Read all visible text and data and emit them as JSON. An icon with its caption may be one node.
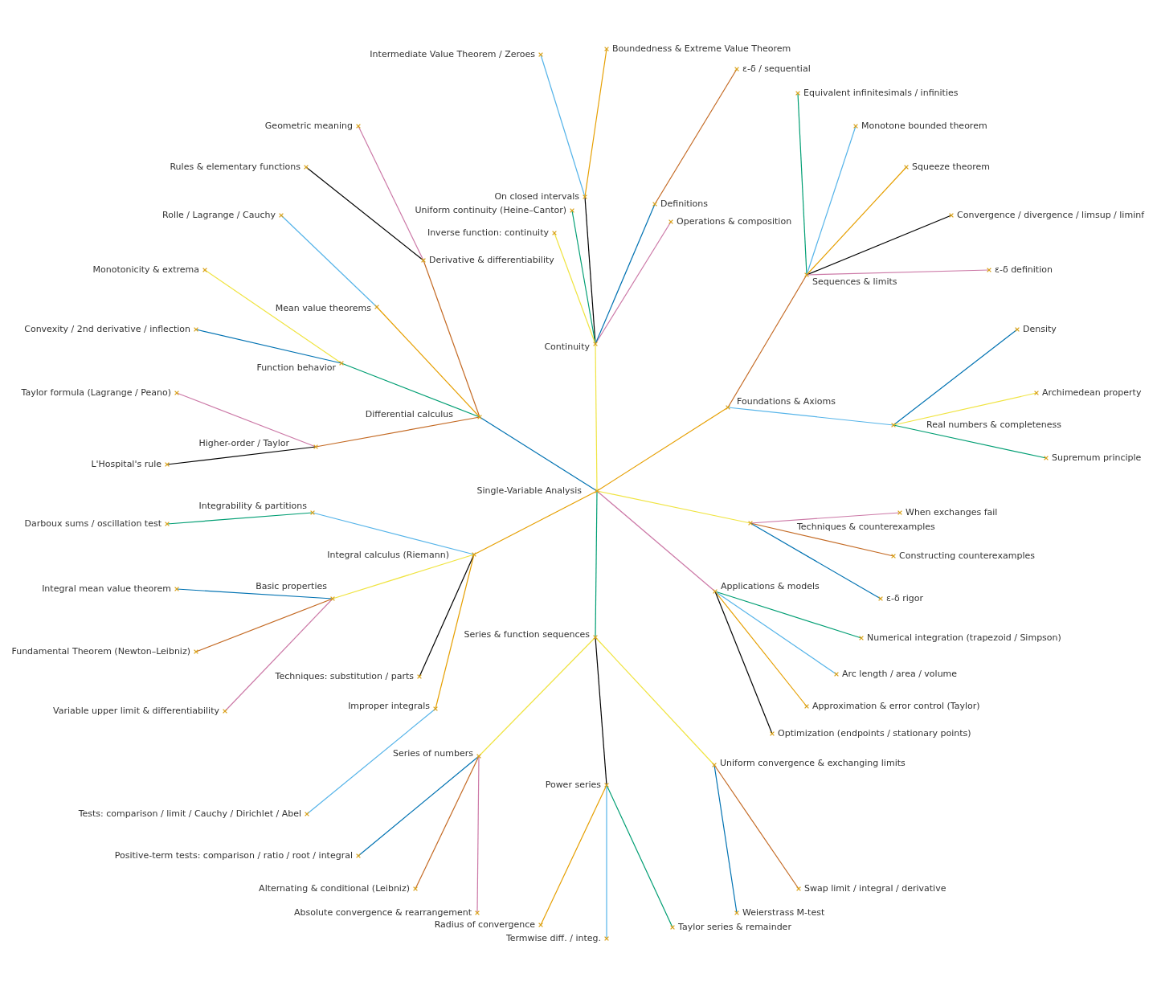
{
  "diagram": {
    "nodes": [
      {
        "text": [
          "Single-Variable Analysis"
        ]
      },
      {
        "text": [
          "Continuity"
        ]
      },
      {
        "text": [
          "On closed intervals"
        ]
      },
      {
        "text": [
          "Intermediate Value Theorem / Zeroes"
        ]
      },
      {
        "text": [
          "Boundedness & Extreme Value Theorem"
        ]
      },
      {
        "text": [
          "Uniform continuity (Heine–Cantor)"
        ]
      },
      {
        "text": [
          "Inverse function: continuity"
        ]
      },
      {
        "text": [
          "Operations & composition"
        ]
      },
      {
        "text": [
          "Definitions"
        ]
      },
      {
        "text": [
          "ε-δ / sequential"
        ]
      },
      {
        "text": [
          "Foundations & Axioms"
        ]
      },
      {
        "text": [
          "Sequences & limits"
        ]
      },
      {
        "text": [
          "Equivalent infinitesimals / infinities"
        ]
      },
      {
        "text": [
          "Monotone bounded theorem"
        ]
      },
      {
        "text": [
          "Squeeze theorem"
        ]
      },
      {
        "text": [
          "Convergence / divergence / limsup / liminf"
        ]
      },
      {
        "text": [
          "ε-δ definition"
        ]
      },
      {
        "text": [
          "Real numbers & completeness"
        ]
      },
      {
        "text": [
          "Density"
        ]
      },
      {
        "text": [
          "Archimedean property"
        ]
      },
      {
        "text": [
          "Supremum principle"
        ]
      },
      {
        "text": [
          "Techniques & counterexamples"
        ]
      },
      {
        "text": [
          "When exchanges fail"
        ]
      },
      {
        "text": [
          "Constructing counterexamples"
        ]
      },
      {
        "text": [
          "ε-δ rigor"
        ]
      },
      {
        "text": [
          "Applications & models"
        ]
      },
      {
        "text": [
          "Numerical integration (trapezoid / Simpson)"
        ]
      },
      {
        "text": [
          "Arc length / area / volume"
        ]
      },
      {
        "text": [
          "Approximation & error control (Taylor)"
        ]
      },
      {
        "text": [
          "Optimization (endpoints / stationary points)"
        ]
      },
      {
        "text": [
          "Series & function sequences"
        ]
      },
      {
        "text": [
          "Series of numbers"
        ]
      },
      {
        "text": [
          "Positive-term tests: comparison / ratio / root / integral"
        ]
      },
      {
        "text": [
          "Alternating & conditional (Leibniz)"
        ]
      },
      {
        "text": [
          "Absolute convergence & rearrangement"
        ]
      },
      {
        "text": [
          "Power series"
        ]
      },
      {
        "text": [
          "Radius of convergence"
        ]
      },
      {
        "text": [
          "Termwise diff. / integ."
        ]
      },
      {
        "text": [
          "Taylor series & remainder"
        ]
      },
      {
        "text": [
          "Uniform convergence & exchanging limits"
        ]
      },
      {
        "text": [
          "Weierstrass M-test"
        ]
      },
      {
        "text": [
          "Swap limit / integral / derivative"
        ]
      },
      {
        "text": [
          "Integral calculus (Riemann)"
        ]
      },
      {
        "text": [
          "Integrability & partitions"
        ]
      },
      {
        "text": [
          "Darboux sums / oscillation test"
        ]
      },
      {
        "text": [
          "Basic properties"
        ]
      },
      {
        "text": [
          "Integral mean value theorem"
        ]
      },
      {
        "text": [
          "Fundamental Theorem (Newton–Leibniz)"
        ]
      },
      {
        "text": [
          "Variable upper limit & differentiability"
        ]
      },
      {
        "text": [
          "Techniques: substitution / parts"
        ]
      },
      {
        "text": [
          "Improper integrals"
        ]
      },
      {
        "text": [
          "Tests: comparison / limit / Cauchy / Dirichlet / Abel"
        ]
      },
      {
        "text": [
          "Differential calculus"
        ]
      },
      {
        "text": [
          "Derivative & differentiability"
        ]
      },
      {
        "text": [
          "Geometric meaning"
        ]
      },
      {
        "text": [
          "Rules & elementary functions"
        ]
      },
      {
        "text": [
          "Mean value theorems"
        ]
      },
      {
        "text": [
          "Rolle / Lagrange / Cauchy"
        ]
      },
      {
        "text": [
          "Function behavior"
        ]
      },
      {
        "text": [
          "Monotonicity & extrema"
        ]
      },
      {
        "text": [
          "Convexity / 2nd derivative / inflection"
        ]
      },
      {
        "text": [
          "Higher-order / Taylor"
        ]
      },
      {
        "text": [
          "Taylor formula (Lagrange / Peano)"
        ]
      },
      {
        "text": [
          "L'Hospital's rule"
        ]
      }
    ],
    "edges": [
      {
        "from": 0,
        "to": 1,
        "arrow": "none",
        "color": "#f0e442"
      },
      {
        "from": 1,
        "to": 2,
        "arrow": "none",
        "color": "#000000"
      },
      {
        "from": 2,
        "to": 3,
        "arrow": "none",
        "color": "#56b4e9"
      },
      {
        "from": 2,
        "to": 4,
        "arrow": "none",
        "color": "#e69f00"
      },
      {
        "from": 1,
        "to": 5,
        "arrow": "none",
        "color": "#009e73"
      },
      {
        "from": 1,
        "to": 6,
        "arrow": "none",
        "color": "#f0e442"
      },
      {
        "from": 1,
        "to": 7,
        "arrow": "none",
        "color": "#cc79a7"
      },
      {
        "from": 1,
        "to": 8,
        "arrow": "none",
        "color": "#0072b2"
      },
      {
        "from": 8,
        "to": 9,
        "arrow": "none",
        "color": "#c46a24"
      },
      {
        "from": 0,
        "to": 10,
        "arrow": "none",
        "color": "#e69f00"
      },
      {
        "from": 10,
        "to": 11,
        "arrow": "none",
        "color": "#c46a24"
      },
      {
        "from": 11,
        "to": 12,
        "arrow": "none",
        "color": "#009e73"
      },
      {
        "from": 11,
        "to": 13,
        "arrow": "none",
        "color": "#56b4e9"
      },
      {
        "from": 11,
        "to": 14,
        "arrow": "none",
        "color": "#e69f00"
      },
      {
        "from": 11,
        "to": 15,
        "arrow": "none",
        "color": "#000000"
      },
      {
        "from": 11,
        "to": 16,
        "arrow": "none",
        "color": "#cc79a7"
      },
      {
        "from": 10,
        "to": 17,
        "arrow": "none",
        "color": "#56b4e9"
      },
      {
        "from": 17,
        "to": 18,
        "arrow": "none",
        "color": "#0072b2"
      },
      {
        "from": 17,
        "to": 19,
        "arrow": "none",
        "color": "#f0e442"
      },
      {
        "from": 17,
        "to": 20,
        "arrow": "none",
        "color": "#009e73"
      },
      {
        "from": 0,
        "to": 21,
        "arrow": "none",
        "color": "#f0e442"
      },
      {
        "from": 21,
        "to": 22,
        "arrow": "none",
        "color": "#cc79a7"
      },
      {
        "from": 21,
        "to": 23,
        "arrow": "none",
        "color": "#c46a24"
      },
      {
        "from": 21,
        "to": 24,
        "arrow": "none",
        "color": "#0072b2"
      },
      {
        "from": 0,
        "to": 25,
        "arrow": "none",
        "color": "#cc79a7"
      },
      {
        "from": 25,
        "to": 26,
        "arrow": "none",
        "color": "#009e73"
      },
      {
        "from": 25,
        "to": 27,
        "arrow": "none",
        "color": "#56b4e9"
      },
      {
        "from": 25,
        "to": 28,
        "arrow": "none",
        "color": "#e69f00"
      },
      {
        "from": 25,
        "to": 29,
        "arrow": "none",
        "color": "#000000"
      },
      {
        "from": 0,
        "to": 30,
        "arrow": "none",
        "color": "#009e73"
      },
      {
        "from": 30,
        "to": 31,
        "arrow": "none",
        "color": "#f0e442"
      },
      {
        "from": 31,
        "to": 32,
        "arrow": "none",
        "color": "#0072b2"
      },
      {
        "from": 31,
        "to": 33,
        "arrow": "none",
        "color": "#c46a24"
      },
      {
        "from": 31,
        "to": 34,
        "arrow": "none",
        "color": "#cc79a7"
      },
      {
        "from": 30,
        "to": 35,
        "arrow": "none",
        "color": "#000000"
      },
      {
        "from": 35,
        "to": 36,
        "arrow": "none",
        "color": "#e69f00"
      },
      {
        "from": 35,
        "to": 37,
        "arrow": "none",
        "color": "#56b4e9"
      },
      {
        "from": 35,
        "to": 38,
        "arrow": "none",
        "color": "#009e73"
      },
      {
        "from": 30,
        "to": 39,
        "arrow": "none",
        "color": "#f0e442"
      },
      {
        "from": 39,
        "to": 40,
        "arrow": "none",
        "color": "#0072b2"
      },
      {
        "from": 39,
        "to": 41,
        "arrow": "none",
        "color": "#c46a24"
      },
      {
        "from": 0,
        "to": 42,
        "arrow": "none",
        "color": "#e69f00"
      },
      {
        "from": 42,
        "to": 43,
        "arrow": "none",
        "color": "#56b4e9"
      },
      {
        "from": 43,
        "to": 44,
        "arrow": "none",
        "color": "#009e73"
      },
      {
        "from": 42,
        "to": 45,
        "arrow": "none",
        "color": "#f0e442"
      },
      {
        "from": 45,
        "to": 46,
        "arrow": "none",
        "color": "#0072b2"
      },
      {
        "from": 45,
        "to": 47,
        "arrow": "none",
        "color": "#c46a24"
      },
      {
        "from": 45,
        "to": 48,
        "arrow": "none",
        "color": "#cc79a7"
      },
      {
        "from": 42,
        "to": 49,
        "arrow": "none",
        "color": "#000000"
      },
      {
        "from": 42,
        "to": 50,
        "arrow": "none",
        "color": "#e69f00"
      },
      {
        "from": 50,
        "to": 51,
        "arrow": "none",
        "color": "#56b4e9"
      },
      {
        "from": 0,
        "to": 52,
        "arrow": "none",
        "color": "#0072b2"
      },
      {
        "from": 52,
        "to": 53,
        "arrow": "none",
        "color": "#c46a24"
      },
      {
        "from": 53,
        "to": 54,
        "arrow": "none",
        "color": "#cc79a7"
      },
      {
        "from": 53,
        "to": 55,
        "arrow": "none",
        "color": "#000000"
      },
      {
        "from": 52,
        "to": 56,
        "arrow": "none",
        "color": "#e69f00"
      },
      {
        "from": 56,
        "to": 57,
        "arrow": "none",
        "color": "#56b4e9"
      },
      {
        "from": 52,
        "to": 58,
        "arrow": "none",
        "color": "#009e73"
      },
      {
        "from": 58,
        "to": 59,
        "arrow": "none",
        "color": "#f0e442"
      },
      {
        "from": 58,
        "to": 60,
        "arrow": "none",
        "color": "#0072b2"
      },
      {
        "from": 52,
        "to": 61,
        "arrow": "none",
        "color": "#c46a24"
      },
      {
        "from": 61,
        "to": 62,
        "arrow": "none",
        "color": "#cc79a7"
      },
      {
        "from": 61,
        "to": 63,
        "arrow": "none",
        "color": "#000000"
      }
    ]
  }
}
